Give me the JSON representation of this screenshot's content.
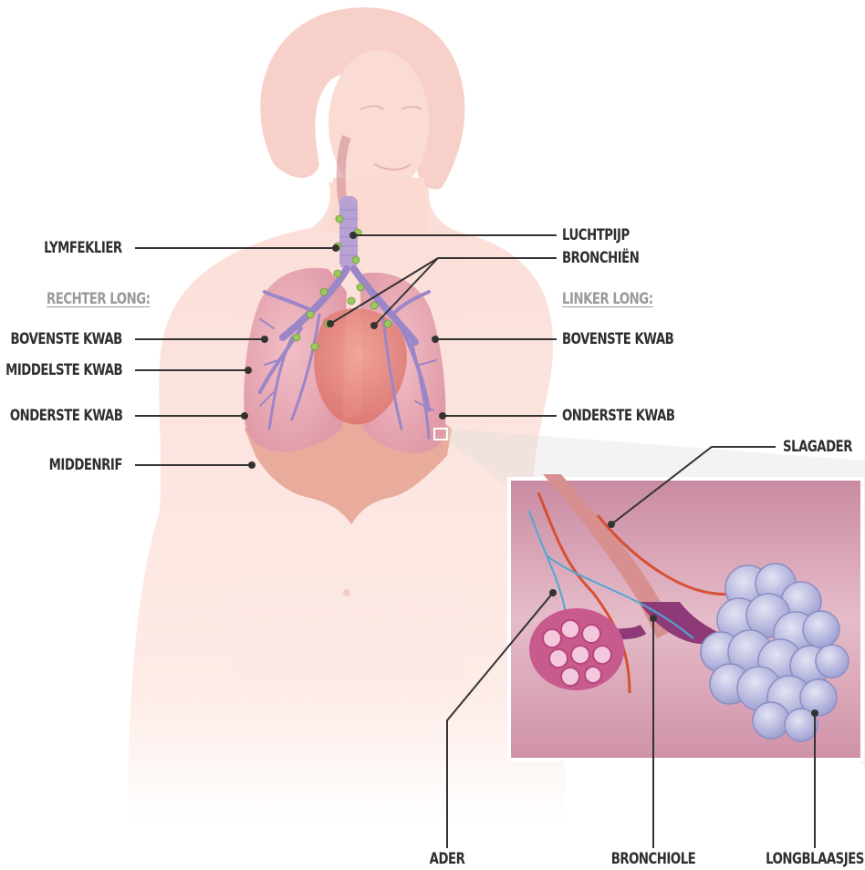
{
  "labels": {
    "lymfeklier": "LYMFEKLIER",
    "luchtpijp": "LUCHTPIJP",
    "bronchien": "BRONCHIËN",
    "rechter_long": "RECHTER LONG:",
    "linker_long": "LINKER LONG:",
    "bovenste_kwab_r": "BOVENSTE KWAB",
    "middelste_kwab": "MIDDELSTE KWAB",
    "onderste_kwab_r": "ONDERSTE KWAB",
    "bovenste_kwab_l": "BOVENSTE KWAB",
    "onderste_kwab_l": "ONDERSTE KWAB",
    "middenrif": "MIDDENRIF",
    "slagader": "SLAGADER",
    "ader": "ADER",
    "bronchiole": "BRONCHIOLE",
    "longblaasjes": "LONGBLAASJES"
  },
  "colors": {
    "body": "#fbd9d2",
    "lung": "#e9a9b4",
    "bronchi": "#a48ec9",
    "heart": "#e7867f",
    "diaphragm": "#e6a392",
    "inset_bg": "#d59aab",
    "leader": "#333333"
  }
}
